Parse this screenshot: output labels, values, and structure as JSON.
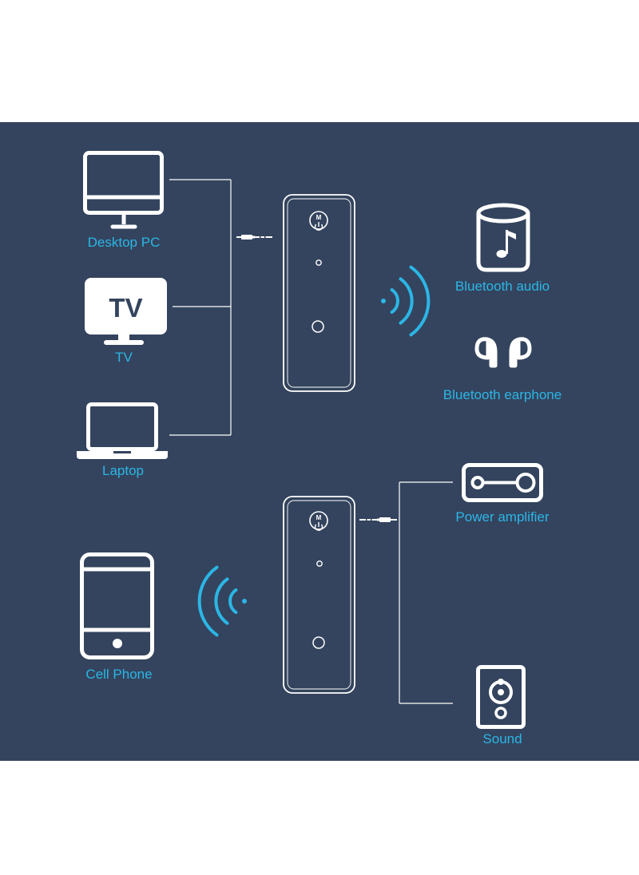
{
  "background_color": "#34445e",
  "accent_color": "#2bb6e6",
  "icon_color": "#ffffff",
  "transmit_sources": [
    {
      "label": "Desktop PC",
      "icon": "desktop-pc-icon"
    },
    {
      "label": "TV",
      "icon": "tv-icon"
    },
    {
      "label": "Laptop",
      "icon": "laptop-icon"
    }
  ],
  "tv_screen_text": "TV",
  "device_button_text": "M",
  "transmit_targets": [
    {
      "label": "Bluetooth audio",
      "icon": "bluetooth-speaker-icon"
    },
    {
      "label": "Bluetooth earphone",
      "icon": "earphone-icon"
    }
  ],
  "receive_source": {
    "label": "Cell Phone",
    "icon": "cell-phone-icon"
  },
  "receive_outputs": [
    {
      "label": "Power amplifier",
      "icon": "power-amplifier-icon"
    },
    {
      "label": "Sound",
      "icon": "sound-speaker-icon"
    }
  ]
}
